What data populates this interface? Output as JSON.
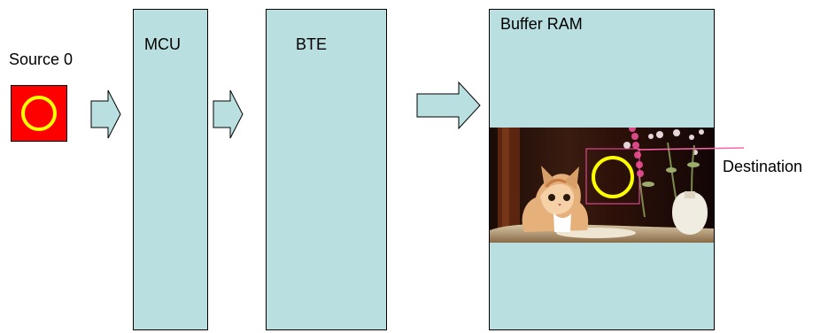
{
  "labels": {
    "source": "Source 0",
    "mcu": "MCU",
    "bte": "BTE",
    "buffer": "Buffer RAM",
    "destination": "Destination"
  },
  "colors": {
    "block_fill": "#b9dfe0",
    "source_fill": "#ff0000",
    "circle_stroke": "#ffff00",
    "destination_rect": "#ff4fa6",
    "leader_line": "#ff66aa"
  },
  "icons": {
    "arrow": "right-arrow-icon",
    "source_shape": "red-square-yellow-circle",
    "destination_shape": "yellow-circle-icon",
    "photo": "kitten-photo"
  }
}
